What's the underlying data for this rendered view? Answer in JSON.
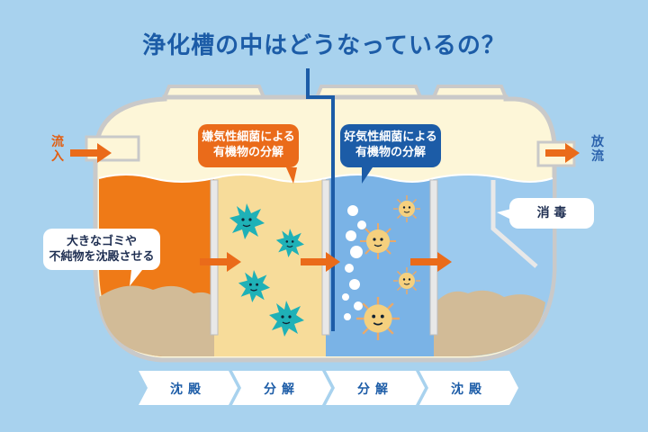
{
  "title": "浄化槽の中はどうなっているの？",
  "inflow_label": "流\n入",
  "outflow_label": "放\n流",
  "callouts": {
    "sediment": "大きなゴミや\n不純物を沈殿させる",
    "anaerobic": "嫌気性細菌による\n有機物の分解",
    "aerobic": "好気性細菌による\n有機物の分解",
    "disinfect": "消 毒"
  },
  "steps": [
    "沈殿",
    "分解",
    "分解",
    "沈殿"
  ],
  "colors": {
    "background": "#a8d2ee",
    "tank_air": "#fdf6d8",
    "chamber_sediment": "#ef7a17",
    "chamber_anaerobic": "#f7dc9a",
    "chamber_aerobic": "#7ab3e6",
    "chamber_settle": "#9ccaee",
    "sludge": "#d2bb97",
    "arrow": "#ea6b1a",
    "title": "#1c5ca7",
    "bacteria_anaerobic": "#1fb1b7",
    "bacteria_aerobic": "#f5d07e"
  }
}
